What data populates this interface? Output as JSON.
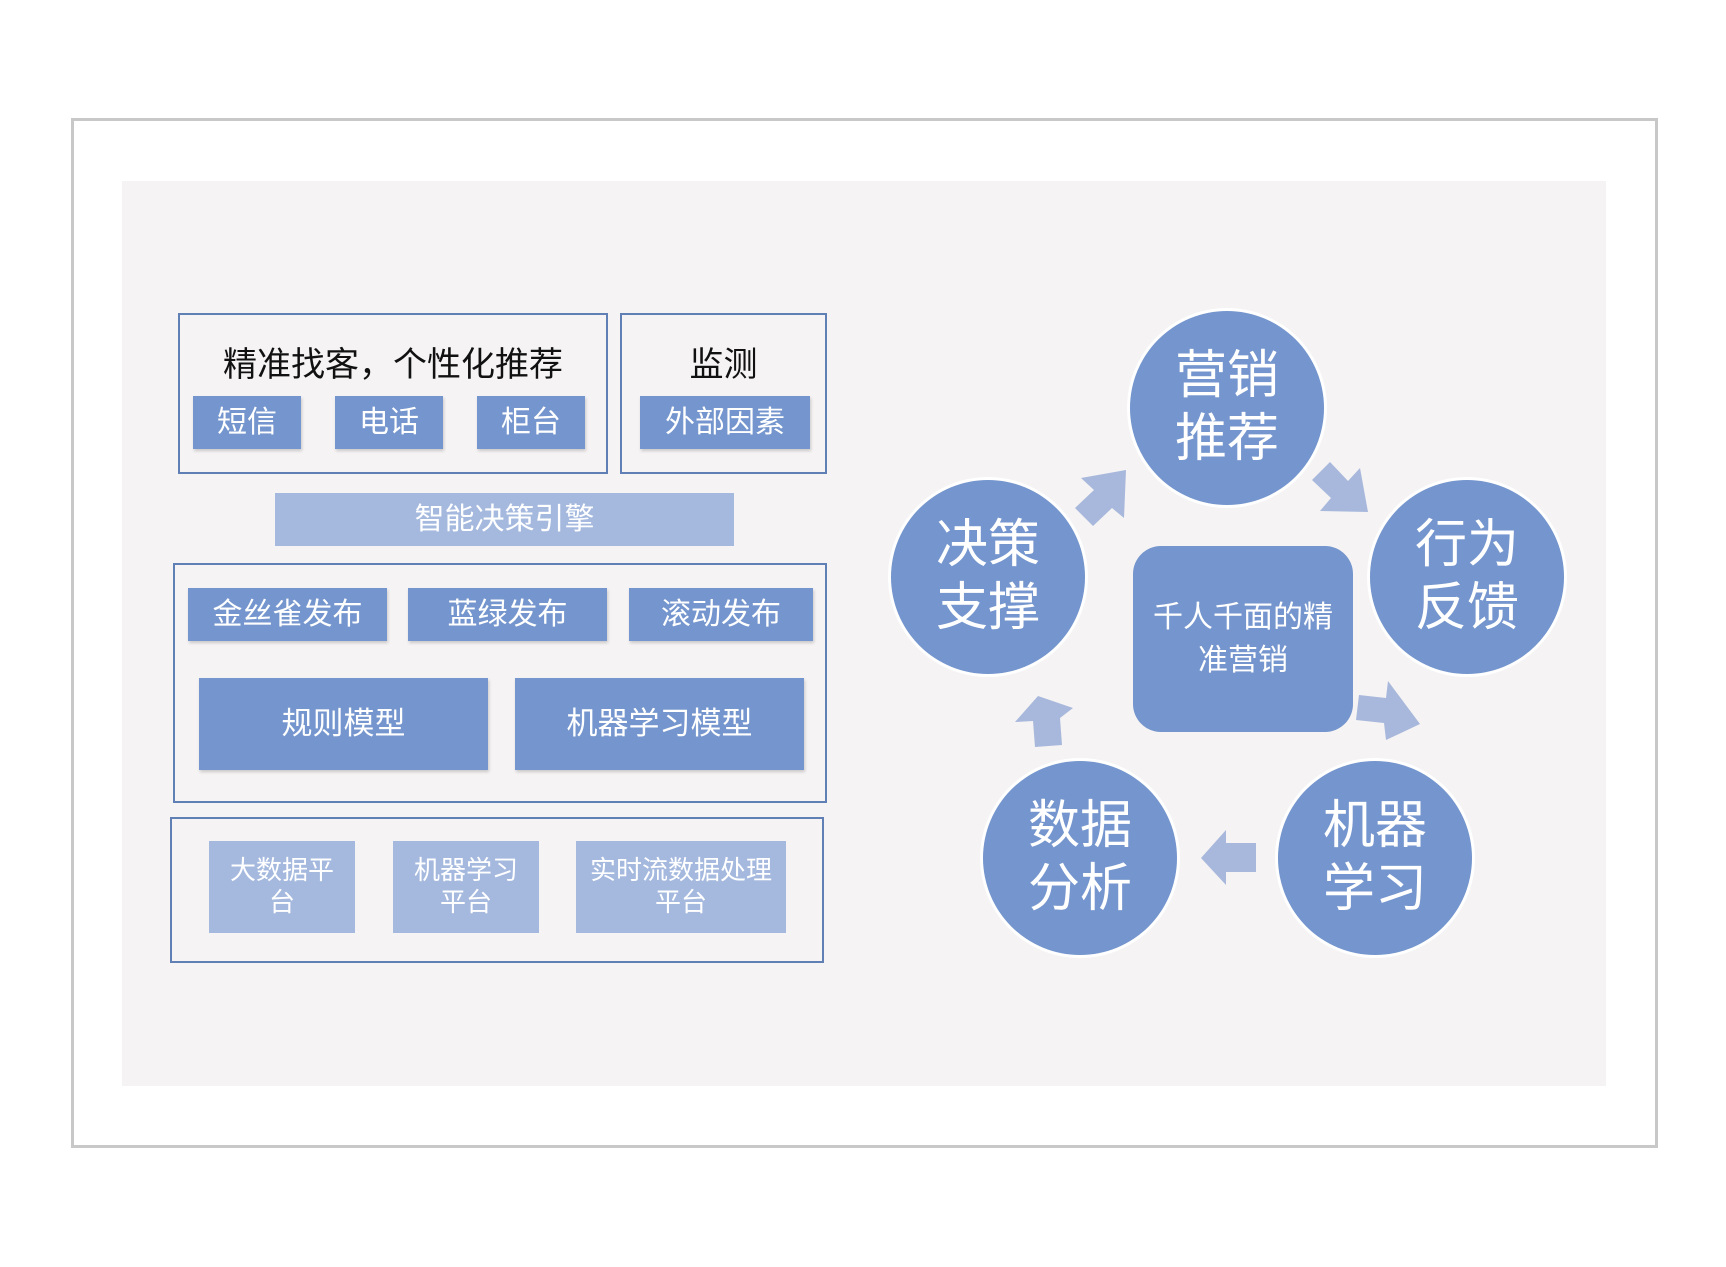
{
  "left": {
    "top_group": {
      "title": "精准找客，个性化推荐",
      "channels": [
        "短信",
        "电话",
        "柜台"
      ]
    },
    "monitor_group": {
      "title": "监测",
      "item": "外部因素"
    },
    "engine_label": "智能决策引擎",
    "middle_group": {
      "releases": [
        "金丝雀发布",
        "蓝绿发布",
        "滚动发布"
      ],
      "models": [
        "规则模型",
        "机器学习模型"
      ]
    },
    "bottom_group": {
      "platforms": [
        "大数据平台",
        "机器学习平台",
        "实时流数据处理平台"
      ]
    }
  },
  "cycle": {
    "center": "千人千面的精准营销",
    "nodes": [
      {
        "line1": "营销",
        "line2": "推荐"
      },
      {
        "line1": "行为",
        "line2": "反馈"
      },
      {
        "line1": "机器",
        "line2": "学习"
      },
      {
        "line1": "数据",
        "line2": "分析"
      },
      {
        "line1": "决策",
        "line2": "支撑"
      }
    ]
  },
  "colors": {
    "node": "#7495cd",
    "light": "#a5b9df",
    "arrow": "#a8b8dc",
    "border": "#5f7fb5",
    "canvas": "#f5f3f3"
  }
}
